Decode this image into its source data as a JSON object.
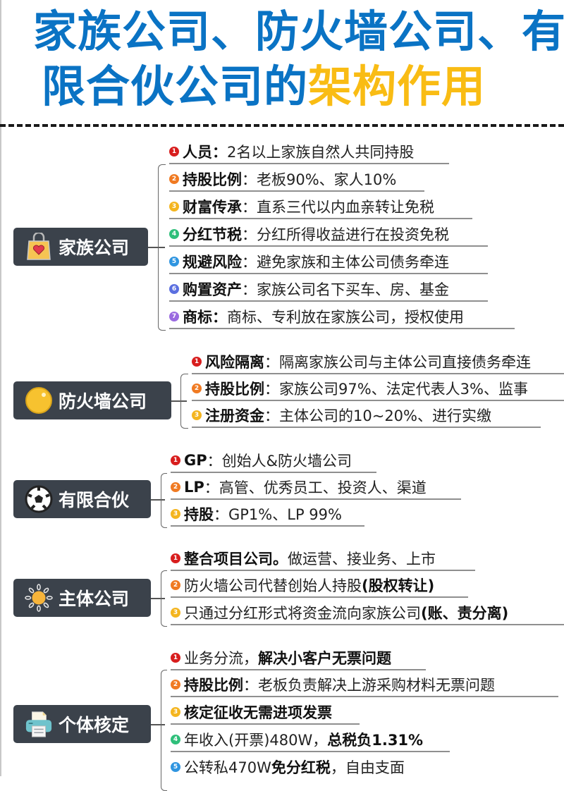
{
  "title": {
    "line1": "家族公司、防火墙公司、有",
    "line2_plain": "限合伙公司的",
    "line2_highlight": "架构作用"
  },
  "colors": {
    "title_blue": "#0a73c4",
    "title_yellow": "#f9bc14",
    "node_bg": "#3b424b",
    "badges": [
      "#d81e1e",
      "#f07a22",
      "#f4b51f",
      "#2fbf7a",
      "#2f95e0",
      "#5b6fe0",
      "#9a6ae0"
    ]
  },
  "sections": [
    {
      "label": "家族公司",
      "icon": "shopping-bag-heart-icon",
      "items": [
        {
          "num": "1",
          "bold": "人员：",
          "text": "2名以上家族自然人共同持股"
        },
        {
          "num": "2",
          "bold": "持股比例",
          "text": "：老板90%、家人10%"
        },
        {
          "num": "3",
          "bold": "财富传承",
          "text": "：直系三代以内血亲转让免税"
        },
        {
          "num": "4",
          "bold": "分红节税",
          "text": "：分红所得收益进行在投资免税"
        },
        {
          "num": "5",
          "bold": "规避风险",
          "text": "：避免家族和主体公司债务牵连"
        },
        {
          "num": "6",
          "bold": "购置资产",
          "text": "：家族公司名下买车、房、基金"
        },
        {
          "num": "7",
          "bold": "商标：",
          "text": "商标、专利放在家族公司，授权使用"
        }
      ]
    },
    {
      "label": "防火墙公司",
      "icon": "yellow-circle-icon",
      "items": [
        {
          "num": "1",
          "bold": "风险隔离",
          "text": "：隔离家族公司与主体公司直接债务牵连"
        },
        {
          "num": "2",
          "bold": "持股比例",
          "text": "：家族公司97%、法定代表人3%、监事"
        },
        {
          "num": "3",
          "bold": "注册资金",
          "text": "：主体公司的10~20%、进行实缴"
        }
      ]
    },
    {
      "label": "有限合伙",
      "icon": "soccer-ball-icon",
      "items": [
        {
          "num": "1",
          "bold": "GP",
          "text": "：创始人&防火墙公司"
        },
        {
          "num": "2",
          "bold": "LP",
          "text": "：高管、优秀员工、投资人、渠道"
        },
        {
          "num": "3",
          "bold": "持股",
          "text": "：GP1%、LP 99%"
        }
      ]
    },
    {
      "label": "主体公司",
      "icon": "sun-icon",
      "items": [
        {
          "num": "1",
          "bold": "整合项目公司。",
          "text": "做运营、接业务、上市"
        },
        {
          "num": "2",
          "pre": "防火墙公司代替创始人持股",
          "bold": "(股权转让)",
          "text": ""
        },
        {
          "num": "3",
          "pre": "只通过分红形式将资金流向家族公司",
          "bold": "(账、责分离)",
          "text": ""
        }
      ]
    },
    {
      "label": "个体核定",
      "icon": "printer-icon",
      "items": [
        {
          "num": "1",
          "pre": "业务分流，",
          "bold": "解决小客户无票问题",
          "text": ""
        },
        {
          "num": "2",
          "bold": "持股比例",
          "text": "：老板负责解决上游采购材料无票问题"
        },
        {
          "num": "3",
          "bold": "核定征收无需进项发票",
          "text": ""
        },
        {
          "num": "4",
          "pre": "年收入(开票)480W，",
          "bold": "总税负1.31%",
          "text": ""
        },
        {
          "num": "5",
          "pre": "公转私470W",
          "bold": "免分红税",
          "text": "，自由支面"
        }
      ]
    }
  ]
}
